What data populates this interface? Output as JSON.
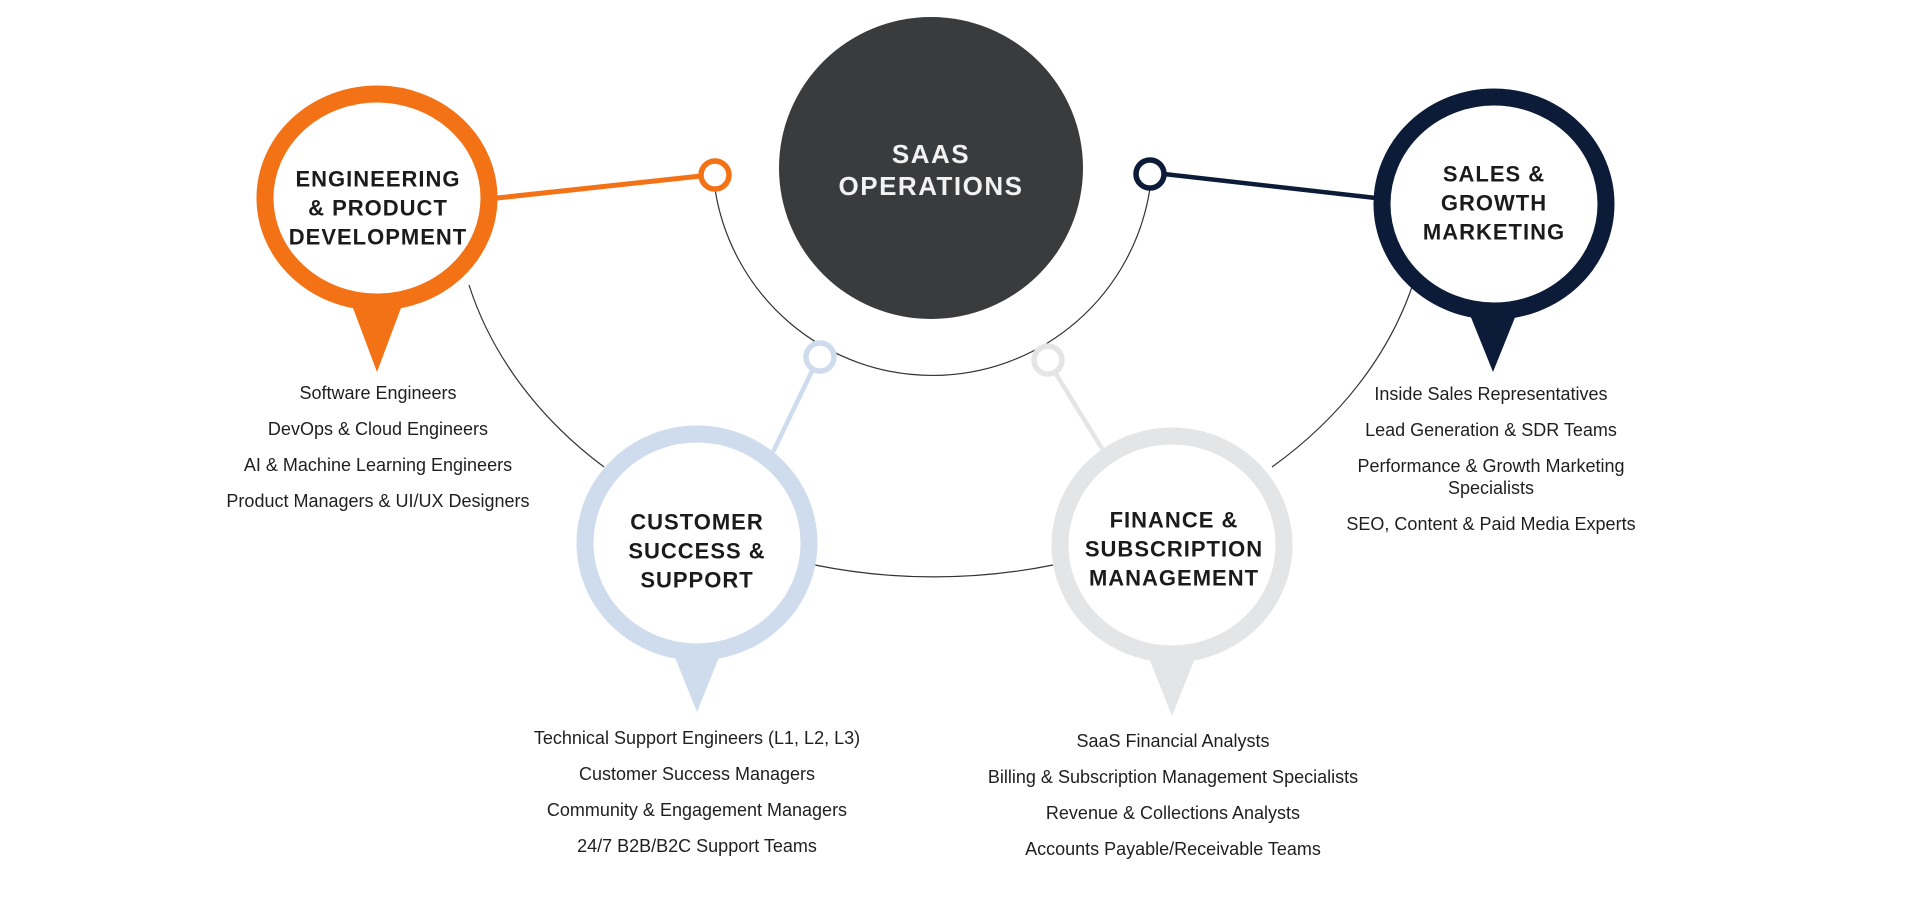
{
  "center": {
    "lines": [
      "SAAS",
      "OPERATIONS"
    ],
    "color": "#3a3b3d"
  },
  "departments": [
    {
      "id": "engineering",
      "title_lines": [
        "ENGINEERING",
        "& PRODUCT",
        "DEVELOPMENT"
      ],
      "color": "#f47216",
      "roles": [
        "Software Engineers",
        "DevOps & Cloud Engineers",
        "AI & Machine Learning Engineers",
        "Product Managers & UI/UX Designers"
      ]
    },
    {
      "id": "sales",
      "title_lines": [
        "SALES &",
        "GROWTH",
        "MARKETING"
      ],
      "color": "#0c1c38",
      "roles": [
        "Inside Sales Representatives",
        "Lead Generation & SDR Teams",
        "Performance & Growth Marketing Specialists",
        "SEO, Content & Paid Media Experts"
      ]
    },
    {
      "id": "customer",
      "title_lines": [
        "CUSTOMER",
        "SUCCESS &",
        "SUPPORT"
      ],
      "color": "#cfdcee",
      "roles": [
        "Technical Support Engineers (L1, L2, L3)",
        "Customer Success Managers",
        "Community & Engagement Managers",
        "24/7 B2B/B2C Support Teams"
      ]
    },
    {
      "id": "finance",
      "title_lines": [
        "FINANCE &",
        "SUBSCRIPTION",
        "MANAGEMENT"
      ],
      "color": "#e4e5e7",
      "roles": [
        "SaaS Financial Analysts",
        "Billing & Subscription Management Specialists",
        "Revenue & Collections Analysts",
        "Accounts Payable/Receivable Teams"
      ]
    }
  ],
  "connector_color": "#333333"
}
